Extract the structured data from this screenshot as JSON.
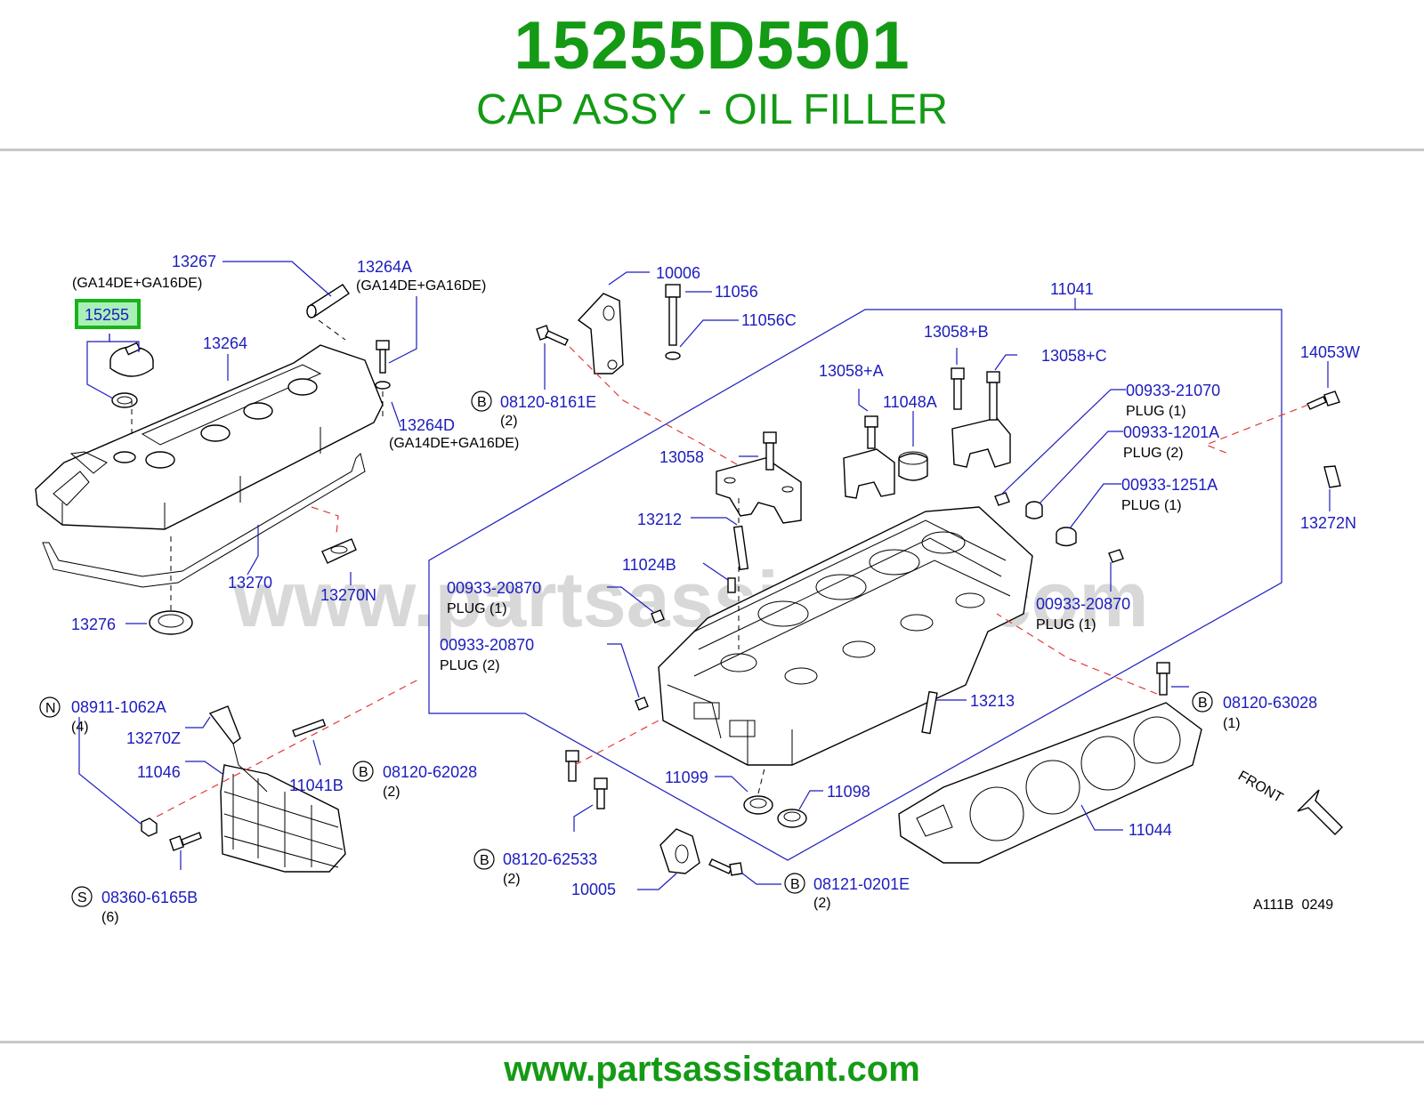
{
  "header": {
    "part_number": "15255D5501",
    "description": "CAP ASSY - OIL FILLER"
  },
  "footer": {
    "url": "www.partsassistant.com"
  },
  "diagram": {
    "watermark": "www.partsassistant.com",
    "ref_code": "A111B  0249",
    "front_label": "FRONT",
    "highlighted_part": "15255",
    "callouts": {
      "c13267": "13267",
      "n13267": "(GA14DE+GA16DE)",
      "c13264A": "13264A",
      "n13264A": "(GA14DE+GA16DE)",
      "c15255": "15255",
      "c13264": "13264",
      "c13264D": "13264D",
      "n13264D": "(GA14DE+GA16DE)",
      "c13270": "13270",
      "c13270N": "13270N",
      "c13276": "13276",
      "c10006": "10006",
      "c11056": "11056",
      "c11056C": "11056C",
      "c08120_8161E": "08120-8161E",
      "q08120_8161E": "(2)",
      "c11041": "11041",
      "c13058B": "13058+B",
      "c13058C": "13058+C",
      "c13058A": "13058+A",
      "c11048A": "11048A",
      "c13058": "13058",
      "c00933_21070": "00933-21070",
      "n00933_21070": "PLUG    (1)",
      "c00933_1201A": "00933-1201A",
      "n00933_1201A": "PLUG    (2)",
      "c00933_1251A": "00933-1251A",
      "n00933_1251A": "PLUG    (1)",
      "c14053W": "14053W",
      "c13272N": "13272N",
      "c13212": "13212",
      "c11024B": "11024B",
      "c00933_20870a": "00933-20870",
      "n00933_20870a": "PLUG    (1)",
      "c00933_20870b": "00933-20870",
      "n00933_20870b": "PLUG    (2)",
      "c00933_20870c": "00933-20870",
      "n00933_20870c": "PLUG    (1)",
      "c08911_1062A": "08911-1062A",
      "q08911_1062A": "(4)",
      "c13270Z": "13270Z",
      "c11046": "11046",
      "c11041B": "11041B",
      "c08120_62028": "08120-62028",
      "q08120_62028": "(2)",
      "c08360_6165B": "08360-6165B",
      "q08360_6165B": "(6)",
      "c13213": "13213",
      "c08120_63028": "08120-63028",
      "q08120_63028": "(1)",
      "c11099": "11099",
      "c11098": "11098",
      "c08120_62533": "08120-62533",
      "q08120_62533": "(2)",
      "c11044": "11044",
      "c10005": "10005",
      "c08121_0201E": "08121-0201E",
      "q08121_0201E": "(2)"
    },
    "prefix_letters": {
      "b": "B",
      "n": "N",
      "s": "S"
    }
  }
}
